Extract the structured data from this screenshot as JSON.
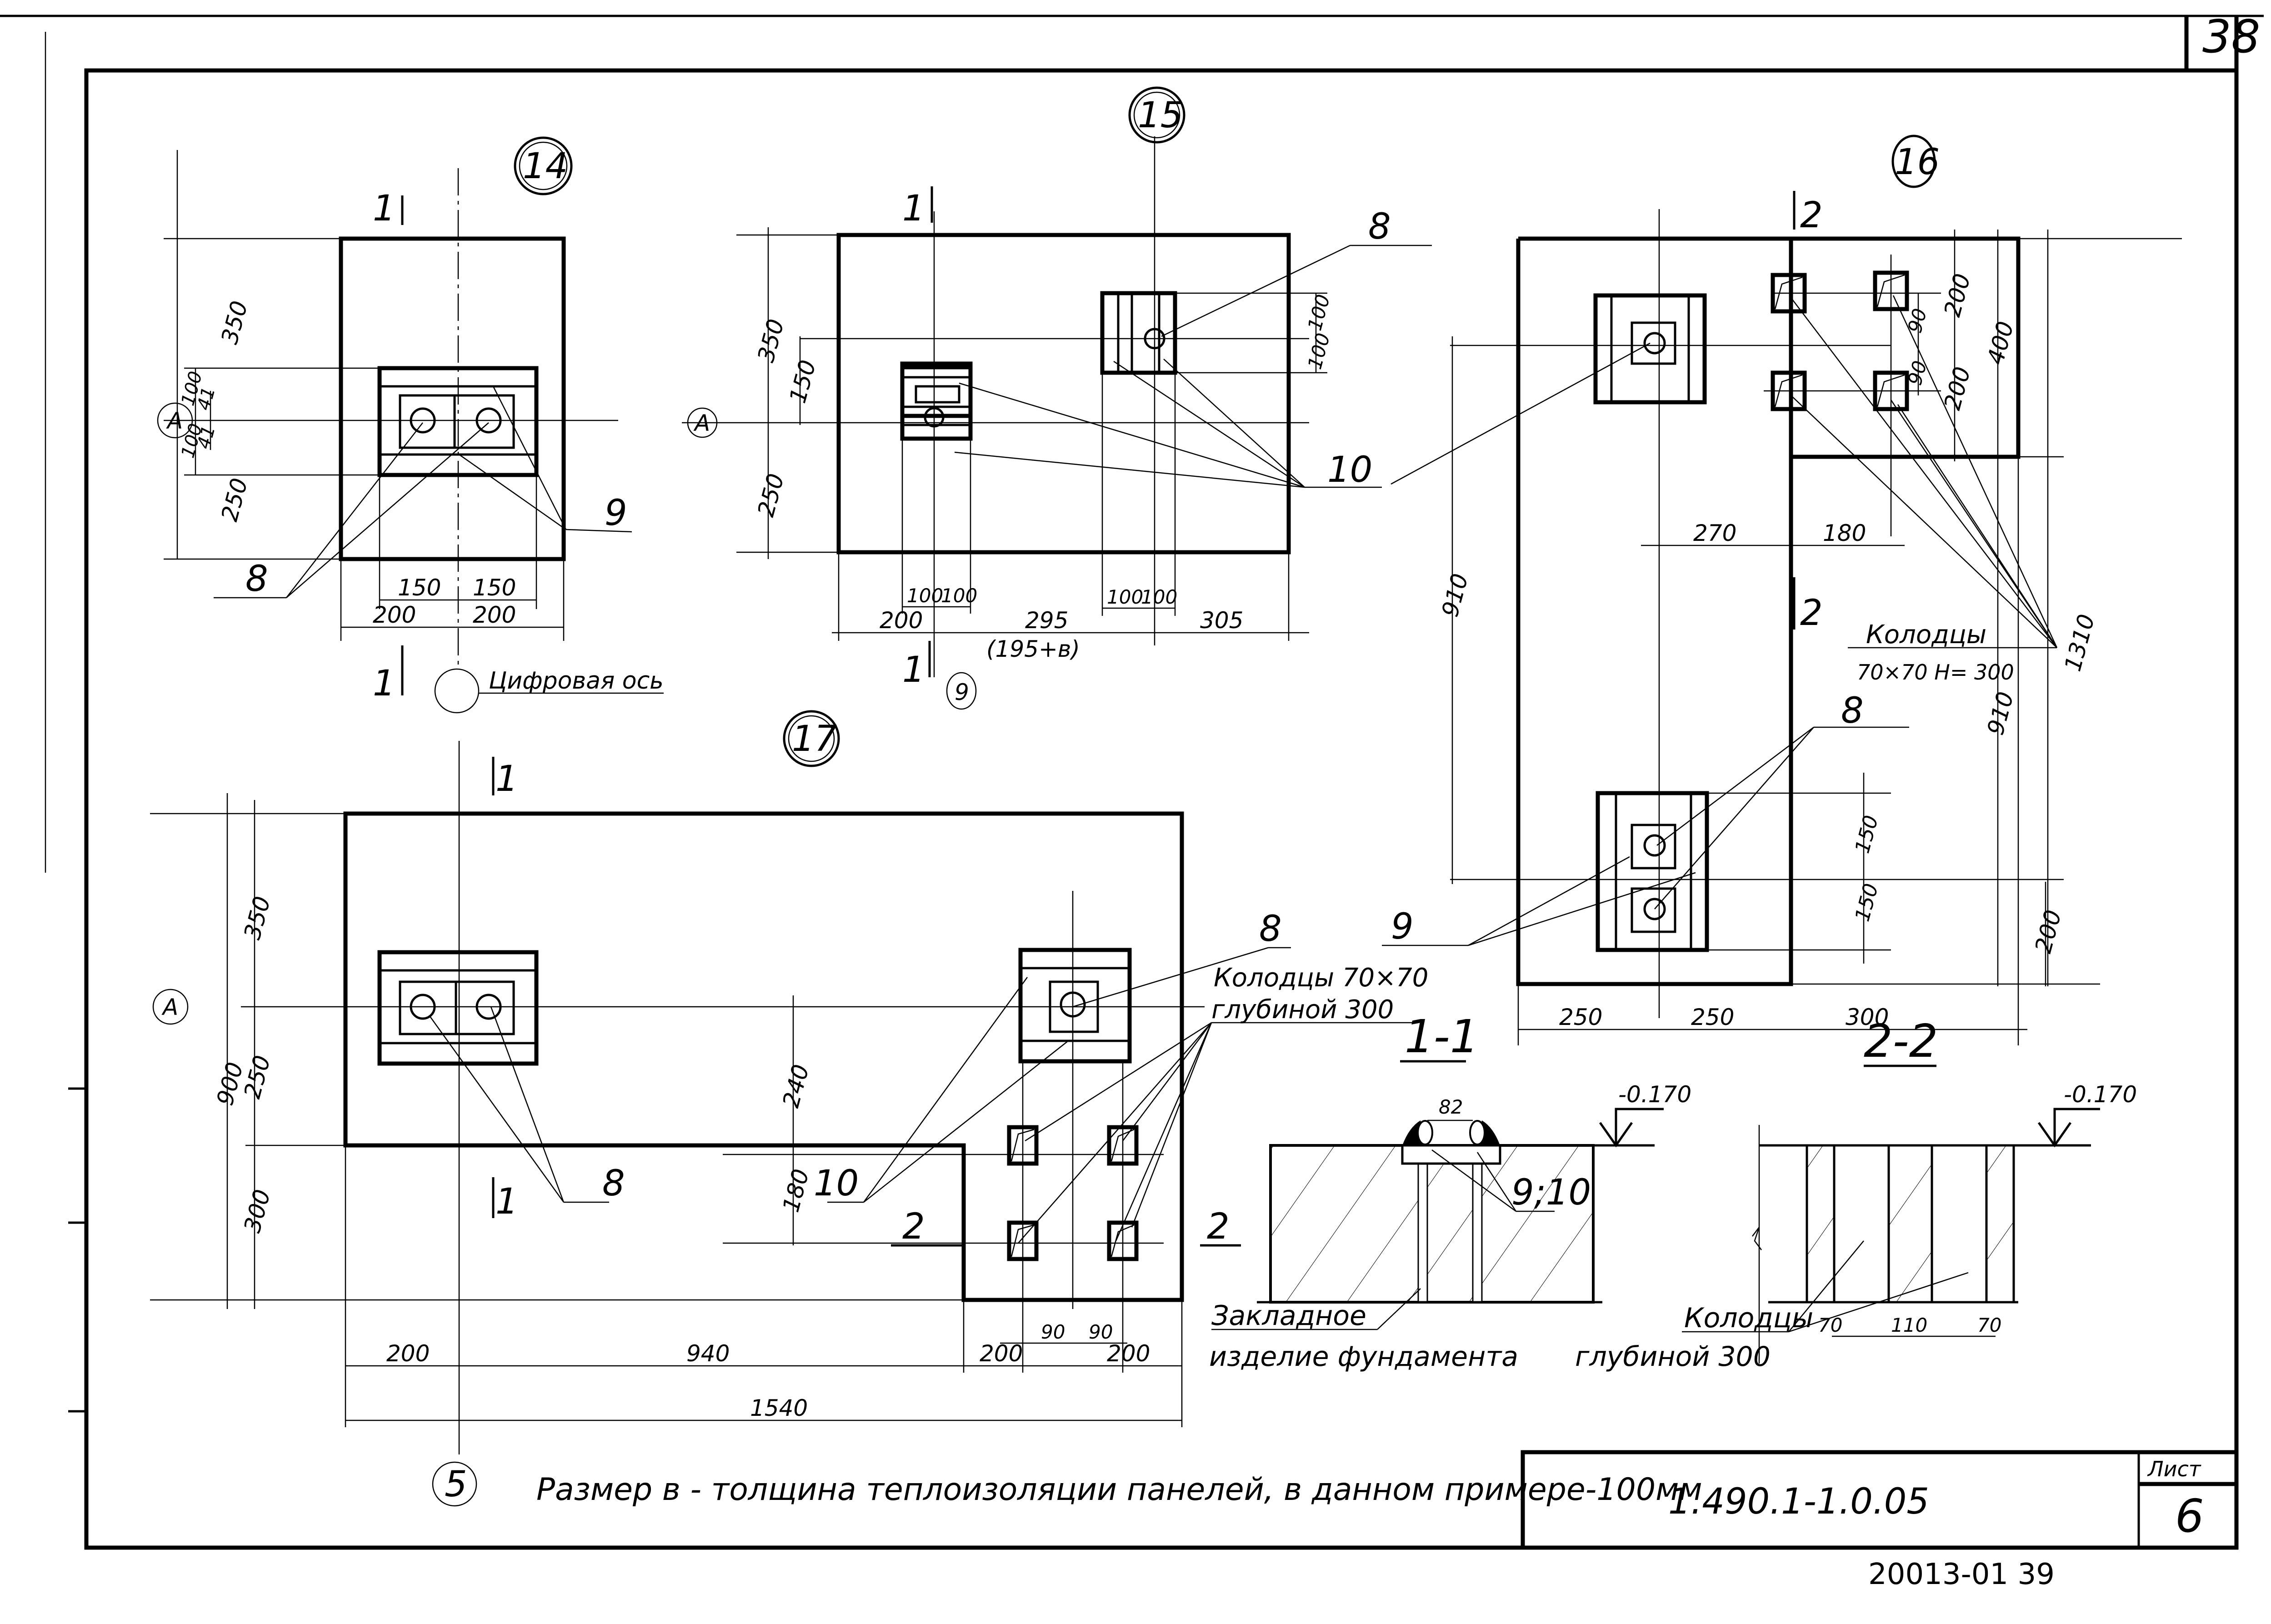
{
  "sheet": {
    "corner_number": "38",
    "document_code": "1.490.1-1.0.05",
    "sheet_label": "Лист",
    "sheet_number": "6",
    "archive_number": "20013-01 39",
    "note": "Размер в - толщина теплоизоляции панелей, в данном примере-100мм",
    "note_axis_marker": "5"
  },
  "axis_labels": {
    "letter_axis": "А",
    "digital_axis_caption": "Цифровая ось"
  },
  "nodes": [
    {
      "id": "14",
      "section_mark": "1",
      "dims_vertical": [
        "350",
        "250",
        "100",
        "100",
        "41",
        "41"
      ],
      "dims_horizontal": [
        "150",
        "150",
        "200",
        "200"
      ],
      "callouts": [
        "8",
        "9"
      ]
    },
    {
      "id": "15",
      "section_mark": "1",
      "axis_marker": "9",
      "dims_vertical": [
        "350",
        "250",
        "150",
        "100",
        "100"
      ],
      "dims_horizontal": [
        "100",
        "100",
        "100",
        "100",
        "200",
        "295",
        "305"
      ],
      "dim_note": "(195+в)",
      "callouts": [
        "8",
        "10"
      ]
    },
    {
      "id": "16",
      "section_mark": "2",
      "dims_vertical": [
        "200",
        "200",
        "90",
        "90",
        "400",
        "910",
        "150",
        "150",
        "200",
        "910",
        "1310"
      ],
      "dims_horizontal": [
        "270",
        "180",
        "250",
        "250",
        "300"
      ],
      "callouts": [
        "8",
        "9",
        "10"
      ],
      "wells_label_line1": "Колодцы",
      "wells_label_line2": "70×70  Н= 300"
    },
    {
      "id": "17",
      "section_mark": "1",
      "section_mark_2": "2",
      "axis_marker": "5",
      "dims_vertical": [
        "350",
        "250",
        "300",
        "900",
        "240",
        "180"
      ],
      "dims_horizontal": [
        "200",
        "940",
        "200",
        "200",
        "90",
        "90",
        "1540"
      ],
      "callouts": [
        "8",
        "10"
      ],
      "wells_label_line1": "Колодцы 70×70",
      "wells_label_line2": "глубиной 300"
    }
  ],
  "sections": [
    {
      "title": "1-1",
      "elevation": "-0.170",
      "dim": "82",
      "callout": "9;10",
      "side_mark": "2",
      "label_line1": "Закладное",
      "label_line2": "изделие фундамента"
    },
    {
      "title": "2-2",
      "elevation": "-0.170",
      "dims": [
        "70",
        "110",
        "70"
      ],
      "label_line1": "Колодцы",
      "label_line2": "глубиной 300"
    }
  ]
}
